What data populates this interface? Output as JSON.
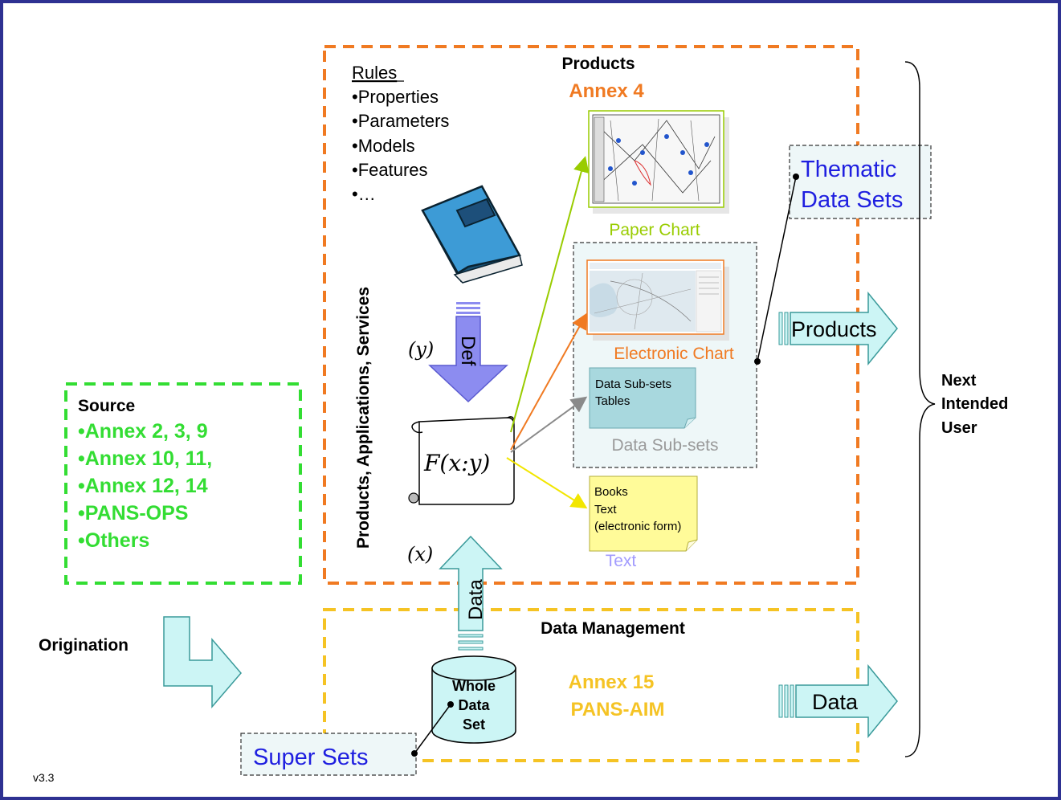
{
  "colors": {
    "frame": "#2e3192",
    "source_green": "#33dd33",
    "products_orange": "#f07a22",
    "data_mgmt_yellow": "#f5c324",
    "blue_text": "#1f1fe0",
    "paper_green": "#99cc00",
    "grey_text": "#9a9a9a",
    "lavender_text": "#a29bfe",
    "arrow_fill": "#ccf5f5",
    "def_arrow": "#8c8cf0"
  },
  "source": {
    "title": "Source",
    "items": [
      "•Annex 2, 3, 9",
      "•Annex 10, 11,",
      "•Annex 12, 14",
      "•PANS-OPS",
      "•Others"
    ]
  },
  "origination_label": "Origination",
  "products_box": {
    "title": "Products",
    "annex": "Annex 4",
    "vertical_label": "Products, Applications, Services"
  },
  "rules": {
    "heading": "Rules",
    "items": [
      "•Properties",
      "•Parameters",
      "•Models",
      "•Features",
      "•…"
    ]
  },
  "def_arrow_label": "Def",
  "y_label": "(y)",
  "x_label": "(x)",
  "function_label": "F(x:y)",
  "data_arrow_label": "Data",
  "paper_chart_label": "Paper Chart",
  "electronic_chart_label": "Electronic Chart",
  "data_subsets": {
    "note_lines": [
      "Data Sub-sets",
      "Tables"
    ],
    "label": "Data Sub-sets"
  },
  "text_output": {
    "note_lines": [
      "Books",
      "Text",
      "(electronic form)"
    ],
    "label": "Text"
  },
  "thematic": {
    "line1": "Thematic",
    "line2": "Data Sets"
  },
  "products_arrow_label": "Products",
  "data_out_arrow_label": "Data",
  "next_user": {
    "line1": "Next",
    "line2": "Intended",
    "line3": "User"
  },
  "data_management": {
    "title": "Data Management",
    "annex_line1": "Annex 15",
    "annex_line2": "PANS-AIM"
  },
  "whole_data_set": {
    "line1": "Whole",
    "line2": "Data",
    "line3": "Set"
  },
  "super_sets_label": "Super Sets",
  "version": "v3.3"
}
